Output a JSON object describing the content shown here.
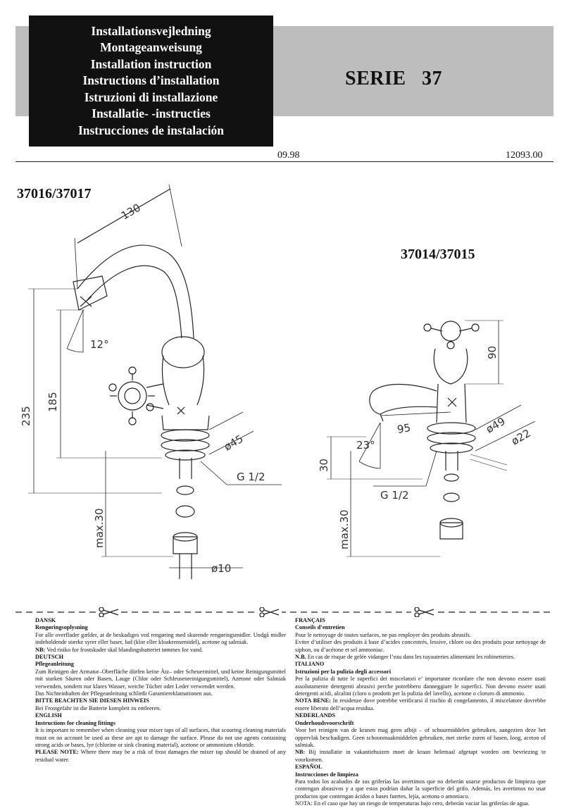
{
  "header": {
    "titles": [
      "Installationsvejledning",
      "Montageanweisung",
      "Installation instruction",
      "Instructions d’installation",
      "Istruzioni di installazione",
      "Installatie- -instructies",
      "Instrucciones de instalación"
    ],
    "series": "SERIE   37",
    "date": "09.98",
    "doc_number": "12093.00"
  },
  "models": {
    "left": "37016/37017",
    "right": "37014/37015"
  },
  "dimensions_left": {
    "reach": "130",
    "angle": "12°",
    "height_total": "235",
    "height_spout": "185",
    "max": "max.30",
    "nut_dia": "ø45",
    "thread": "G 1/2",
    "pipe_dia": "ø10"
  },
  "dimensions_right": {
    "height": "90",
    "reach": "95",
    "angle": "23°",
    "base_dia": "ø49",
    "inner_dia": "ø22",
    "height_base": "30",
    "thread": "G 1/2",
    "max": "max.30"
  },
  "care": {
    "dansk": {
      "lang": "DANSK",
      "heading": "Rengøringsoplysning",
      "text": "For alle overflader gælder, at de beskadiges ved rengøring med skurende rengøringsmidler. Undgå midler indeholdende stærke syrer eller baser, lud (klor eller kloakrensemidel), acetone og salmiak.",
      "nb_label": "NB:",
      "nb_text": " Ved risiko for frostskader skal blandingsbatteriet tømmes for vand."
    },
    "deutsch": {
      "lang": "DEUTSCH",
      "heading": "Pflegeanleitung",
      "text": "Zum Reinigen der Armatur–Oberfläche dürfen keine Ätz– oder Scheuermittel, und keine Reinigungsmittel mit starken Säuren oder Basen, Lauge (Chlor oder Schleusenreinigungsmittel), Azetone oder Salmiak verwenden, sondern nur klares Wasser, weiche Tücher oder Leder verwendet werden.",
      "text2": "Das Nichteinhalten der Pflegeanleitung schließt Garantiereklamationen aus.",
      "note_label": "BITTE BEACHTEN SIE DIESEN HINWEIS",
      "note_text": "Bei Frostgefahr ist die Batterie komplett zu entleeren."
    },
    "english": {
      "lang": "ENGLISH",
      "heading": "Instructions for cleaning fittings",
      "text": "It is important to remember when cleaning your mixer taps of all surfaces, that scouring cleaning materials must on no account be used as these are apt to damage the surface. Please do not use agents containing strong acids or bases, lye (chlorine or sink cleaning material), acetone or ammonium chloride.",
      "note_label": "PLEASE NOTE:",
      "note_text": " Where there may be a risk of frost damages the mixer tap should be drained of any residual water."
    },
    "francais": {
      "lang": "FRANÇAIS",
      "heading": "Conseils d’entretien",
      "text": "Pour le nettoyage de toutes surfaces, ne pas employer des produits abrasifs.",
      "text2": "Eviter d’utiliser des produits à base d’acides concentrés, lessive, chlore ou des produits pour nettoyage de siphon, ou d’acétone et sel ammoniac.",
      "nb_label": "N.B.",
      "nb_text": " En cas de risque de gelée vidanger l’eau dans les tuyauteries alimentant les robinetteries."
    },
    "italiano": {
      "lang": "ITALIANO",
      "heading": "Istruzioni per la pulizia degli accessori",
      "text": "Per la pulizia di tutte le superfici dei miscelatori e’ importante ricordare che non devono essere usati assolutamente detergenti abrasivi perche potrebbero danneggiare le superfici. Non devono essere usati detergenti acidi, alcalini (cloro o prodotti per la pulizia del lavello), acetone o cloruro di ammonio.",
      "nb_label": "NOTA BENE:",
      "nb_text": " In residenze dove potrebbe verificarsi il rischio di congelamento, il miscelatore dovrebbe essere liberato dell’acqua residua."
    },
    "nederlands": {
      "lang": "NEDERLANDS",
      "heading": "Onderhoudsvoorschrift",
      "text": "Voor het reinigen van de kranen mag geen afbijt – of schuurmiddelen gebruiken, aangezien deze het oppervlak beschadigen. Geen schoonmaakmiddelen gebruiken, met sterke zuren of basen, loog, aceton of salmiak.",
      "nb_label": "NB:",
      "nb_text": " Bij installatie in vakantiehuizen moet de kraan helemaal afgetapt worden om bevriezing te voorkomen."
    },
    "espanol": {
      "lang": "ESPAÑOL",
      "heading": "Instrucciones de limpieza",
      "text": "Para todos los acabados de sus griferías las avertimos que no deberán usarse productos de limpieza que contengan abrasivos y a que estos podrían dañar la superficie del grifo. Además, les avertimos no usar productos que contengan ácidos o bases fuertes, lejía, acetona o amoniaco.",
      "note_text": "NOTA: En el caso que hay un riesgo de temperaturas bajo cero, deberán vaciar las griferías de agua."
    }
  }
}
